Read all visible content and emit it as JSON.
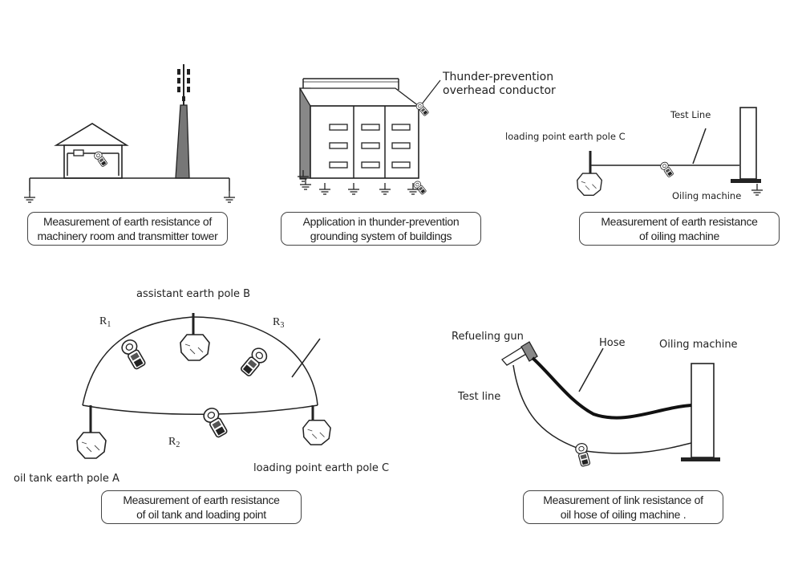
{
  "panels": {
    "machinery": {
      "caption": [
        "Measurement of earth resistance of",
        "machinery room and transmitter tower"
      ]
    },
    "building": {
      "label": [
        "Thunder-prevention",
        "overhead conductor"
      ],
      "caption": [
        "Application in thunder-prevention",
        "grounding system of buildings"
      ]
    },
    "oiling": {
      "label_test_line": "Test Line",
      "label_pole_c": "loading point earth pole C",
      "label_machine": "Oiling machine",
      "caption": [
        "Measurement of earth resistance",
        "of oiling machine"
      ]
    },
    "oil_tank": {
      "label_pole_b": "assistant earth pole B",
      "label_r1": "R",
      "label_r1_sub": "1",
      "label_r2": "R",
      "label_r2_sub": "2",
      "label_r3": "R",
      "label_r3_sub": "3",
      "label_pole_a": "oil tank earth pole A",
      "label_pole_c": "loading point earth pole C",
      "caption": [
        "Measurement of earth resistance",
        "of oil tank and loading point"
      ]
    },
    "hose": {
      "label_gun": "Refueling gun",
      "label_hose": "Hose",
      "label_machine": "Oiling machine",
      "label_test_line": "Test line",
      "caption": [
        "Measurement of link resistance of",
        "oil hose of oiling machine ."
      ]
    }
  },
  "icons": [
    "clamp-meter-icon",
    "ground-symbol-icon",
    "earth-pole-icon",
    "transmitter-tower-icon",
    "building-icon"
  ]
}
